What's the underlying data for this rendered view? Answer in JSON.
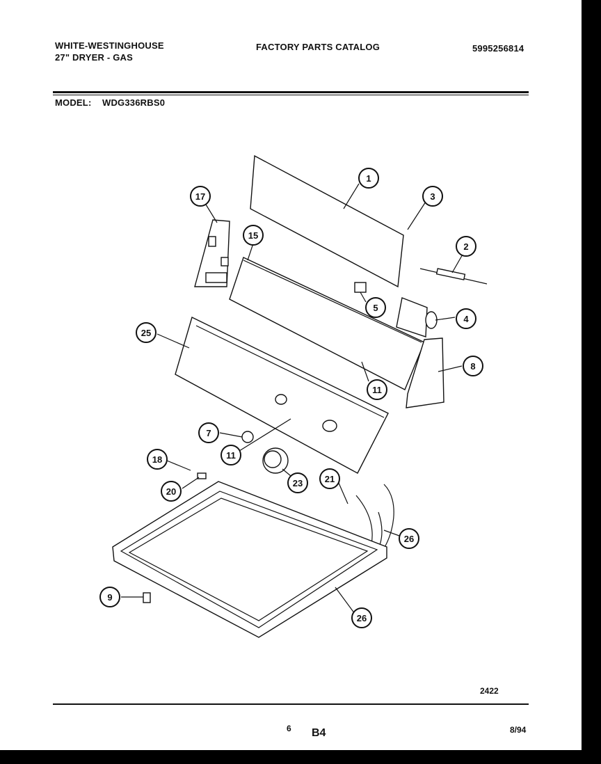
{
  "header": {
    "brand": "WHITE-WESTINGHOUSE",
    "product": "27\" DRYER - GAS",
    "catalog_title": "FACTORY PARTS CATALOG",
    "catalog_number": "5995256814",
    "model_label": "MODEL:",
    "model_value": "WDG336RBS0"
  },
  "diagram": {
    "callouts": [
      "1",
      "3",
      "2",
      "17",
      "15",
      "5",
      "4",
      "25",
      "8",
      "11",
      "7",
      "11",
      "18",
      "23",
      "20",
      "21",
      "26",
      "9",
      "26"
    ]
  },
  "footer": {
    "figure_number": "2422",
    "page_number": "6",
    "section_code": "B4",
    "date": "8/94"
  }
}
